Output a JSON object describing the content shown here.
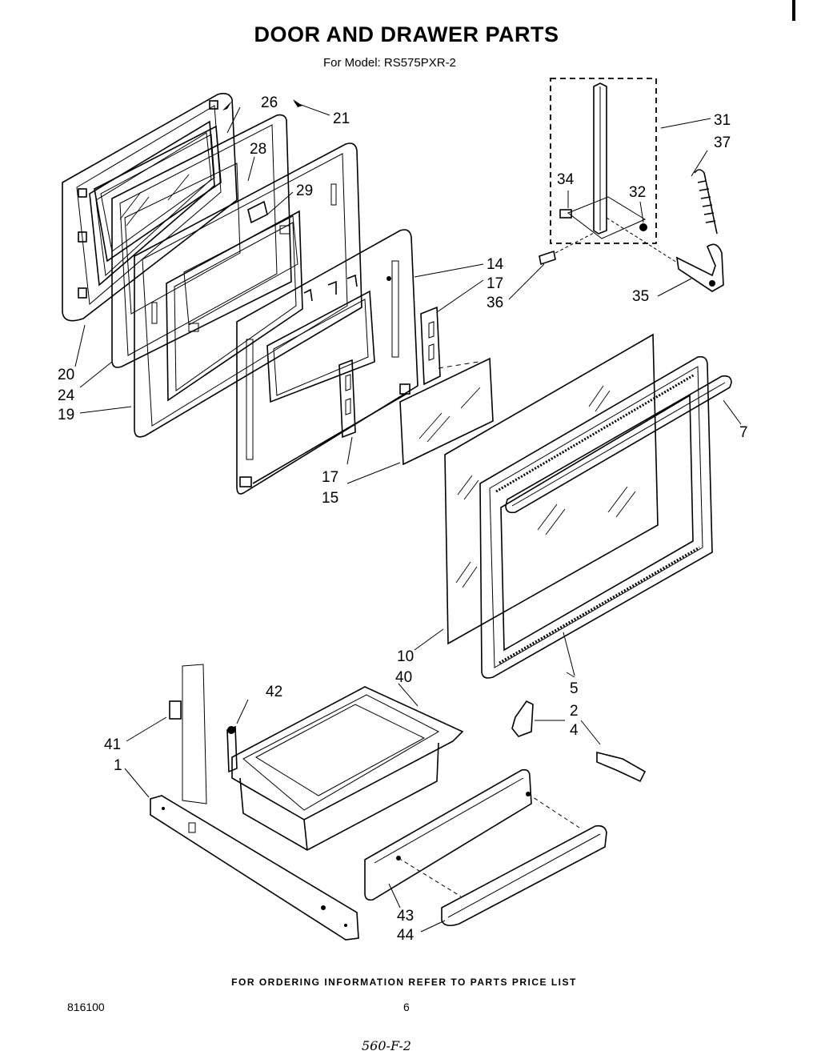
{
  "title": "DOOR AND DRAWER PARTS",
  "model_line": "For Model: RS575PXR-2",
  "footer_note": "FOR ORDERING INFORMATION REFER TO PARTS PRICE LIST",
  "document_number": "816100",
  "page_number": "6",
  "handwritten_note": "560-F-2",
  "callouts": {
    "c26": "26",
    "c21": "21",
    "c28": "28",
    "c29": "29",
    "c20": "20",
    "c24": "24",
    "c19": "19",
    "c14": "14",
    "c17a": "17",
    "c36": "36",
    "c17b": "17",
    "c15": "15",
    "c31": "31",
    "c37": "37",
    "c34": "34",
    "c32": "32",
    "c35": "35",
    "c7": "7",
    "c10": "10",
    "c5": "5",
    "c42": "42",
    "c40": "40",
    "c41": "41",
    "c1": "1",
    "c2": "2",
    "c4": "4",
    "c43": "43",
    "c44": "44"
  }
}
